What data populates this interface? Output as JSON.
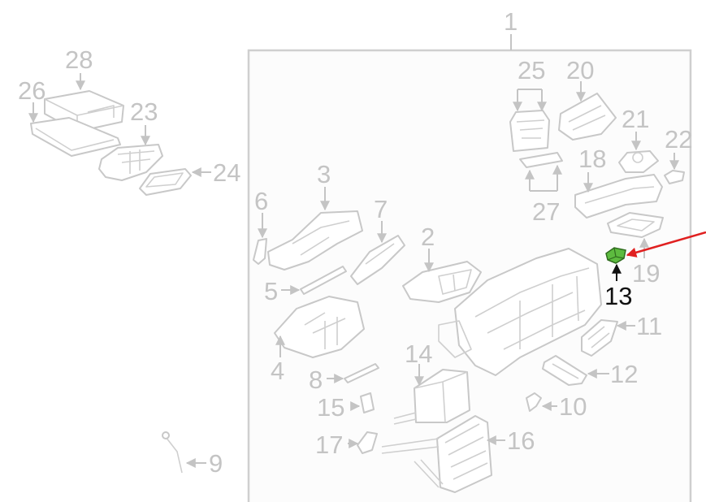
{
  "callouts": {
    "c1": "1",
    "c2": "2",
    "c3": "3",
    "c4": "4",
    "c5": "5",
    "c6": "6",
    "c7": "7",
    "c8": "8",
    "c9": "9",
    "c10": "10",
    "c11": "11",
    "c12": "12",
    "c13": "13",
    "c14": "14",
    "c15": "15",
    "c16": "16",
    "c17": "17",
    "c18": "18",
    "c19": "19",
    "c20": "20",
    "c21": "21",
    "c22": "22",
    "c23": "23",
    "c24": "24",
    "c25": "25",
    "c26": "26",
    "c27": "27",
    "c28": "28"
  },
  "highlight": {
    "part_number": "13",
    "part_color": "#5dbb3f",
    "pointer_color": "#e02020"
  },
  "colors": {
    "line": "#c8c8c8",
    "label": "#c4c4c4",
    "highlight_label": "#111111",
    "background": "#ffffff"
  }
}
